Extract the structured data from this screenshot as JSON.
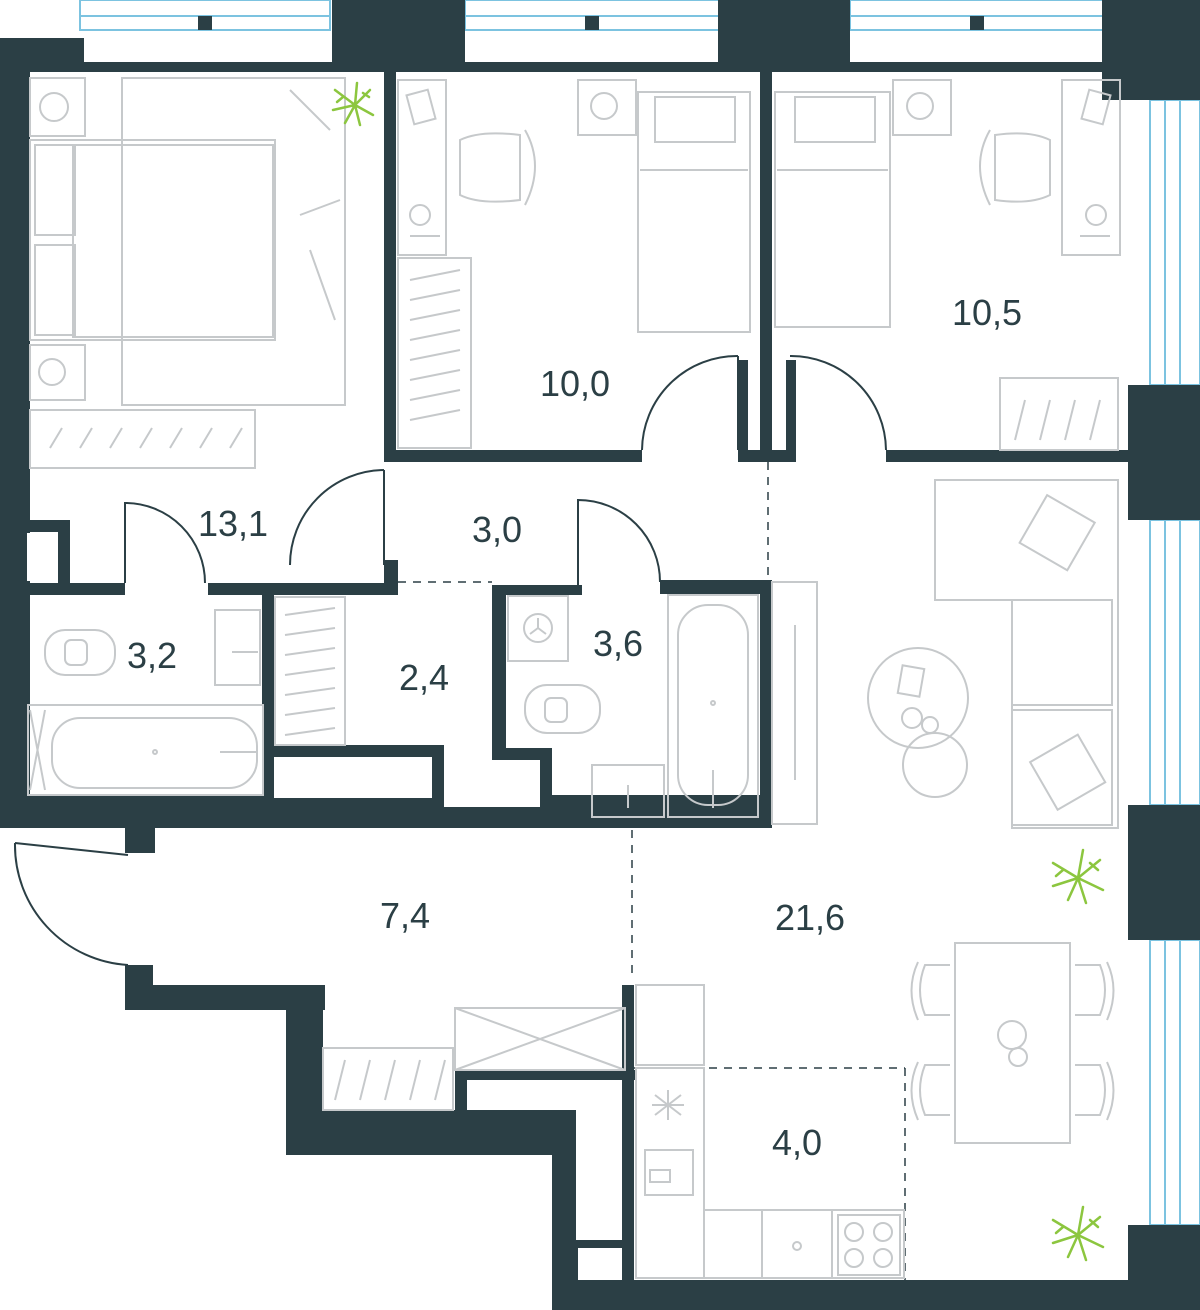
{
  "plan": {
    "colors": {
      "wall": "#2b3f45",
      "furniture": "#c6c9cb",
      "window": "#7cc3e0",
      "plant": "#8cc63f"
    },
    "rooms": [
      {
        "id": "bedroom-master",
        "area": "13,1"
      },
      {
        "id": "bedroom-middle",
        "area": "10,0"
      },
      {
        "id": "bedroom-right",
        "area": "10,5"
      },
      {
        "id": "corridor",
        "area": "3,0"
      },
      {
        "id": "bathroom-left",
        "area": "3,2"
      },
      {
        "id": "wardrobe",
        "area": "2,4"
      },
      {
        "id": "bathroom-center",
        "area": "3,6"
      },
      {
        "id": "hall",
        "area": "7,4"
      },
      {
        "id": "living-room",
        "area": "21,6"
      },
      {
        "id": "kitchen",
        "area": "4,0"
      }
    ],
    "icons": [
      "plant-icon",
      "bed-icon",
      "desk-icon",
      "chair-icon",
      "bathtub-icon",
      "toilet-icon",
      "sink-icon",
      "sofa-icon",
      "dining-table-icon",
      "stove-icon",
      "wardrobe-icon",
      "door-icon"
    ]
  }
}
